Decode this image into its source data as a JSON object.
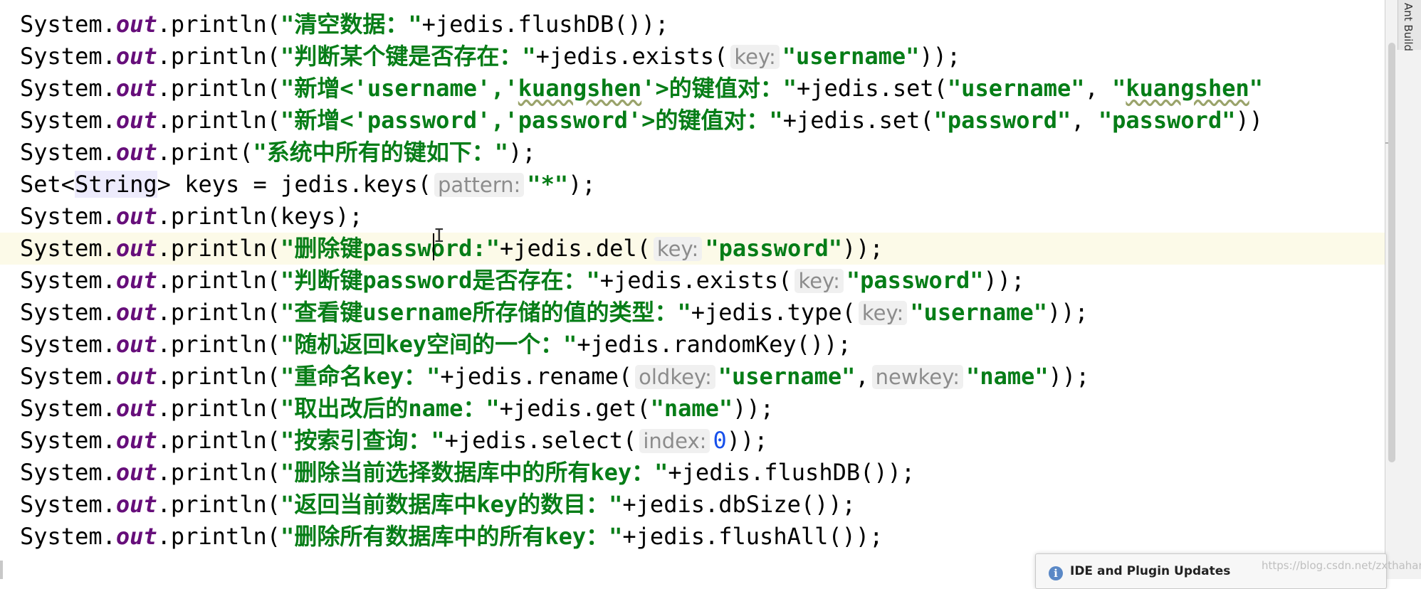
{
  "editor": {
    "current_line_index": 7,
    "lines": [
      [
        {
          "t": "System."
        },
        {
          "t": "out",
          "c": "kw"
        },
        {
          "t": ".println("
        },
        {
          "t": "\"清空数据：\"",
          "c": "str"
        },
        {
          "t": "+jedis.flushDB());"
        }
      ],
      [
        {
          "t": "System."
        },
        {
          "t": "out",
          "c": "kw"
        },
        {
          "t": ".println("
        },
        {
          "t": "\"判断某个键是否存在：\"",
          "c": "str"
        },
        {
          "t": "+jedis.exists("
        },
        {
          "t": "key:",
          "c": "hint"
        },
        {
          "t": "\"username\"",
          "c": "str"
        },
        {
          "t": "));"
        }
      ],
      [
        {
          "t": "System."
        },
        {
          "t": "out",
          "c": "kw"
        },
        {
          "t": ".println("
        },
        {
          "t": "\"新增<'username','",
          "c": "str"
        },
        {
          "t": "kuangshen",
          "c": "str squiggle"
        },
        {
          "t": "'>的键值对：\"",
          "c": "str"
        },
        {
          "t": "+jedis.set("
        },
        {
          "t": "\"username\"",
          "c": "str"
        },
        {
          "t": ", "
        },
        {
          "t": "\"",
          "c": "str"
        },
        {
          "t": "kuangshen",
          "c": "str squiggle"
        },
        {
          "t": "\"",
          "c": "str"
        }
      ],
      [
        {
          "t": "System."
        },
        {
          "t": "out",
          "c": "kw"
        },
        {
          "t": ".println("
        },
        {
          "t": "\"新增<'password','password'>的键值对：\"",
          "c": "str"
        },
        {
          "t": "+jedis.set("
        },
        {
          "t": "\"password\"",
          "c": "str"
        },
        {
          "t": ", "
        },
        {
          "t": "\"password\"",
          "c": "str"
        },
        {
          "t": "))"
        }
      ],
      [
        {
          "t": "System."
        },
        {
          "t": "out",
          "c": "kw"
        },
        {
          "t": ".print("
        },
        {
          "t": "\"系统中所有的键如下：\"",
          "c": "str"
        },
        {
          "t": ");"
        }
      ],
      [
        {
          "t": "Set<"
        },
        {
          "t": "String",
          "c": "typeref"
        },
        {
          "t": "> keys = jedis.keys("
        },
        {
          "t": "pattern:",
          "c": "hint"
        },
        {
          "t": "\"*\"",
          "c": "str"
        },
        {
          "t": ");"
        }
      ],
      [
        {
          "t": "System."
        },
        {
          "t": "out",
          "c": "kw"
        },
        {
          "t": ".println(keys);"
        }
      ],
      [
        {
          "t": "System."
        },
        {
          "t": "out",
          "c": "kw"
        },
        {
          "t": ".println("
        },
        {
          "t": "\"删除键password:\"",
          "c": "str"
        },
        {
          "t": "+jedis.del("
        },
        {
          "t": "key:",
          "c": "hint"
        },
        {
          "t": "\"password\"",
          "c": "str"
        },
        {
          "t": "));"
        }
      ],
      [
        {
          "t": "System."
        },
        {
          "t": "out",
          "c": "kw"
        },
        {
          "t": ".println("
        },
        {
          "t": "\"判断键password是否存在：\"",
          "c": "str"
        },
        {
          "t": "+jedis.exists("
        },
        {
          "t": "key:",
          "c": "hint"
        },
        {
          "t": "\"password\"",
          "c": "str"
        },
        {
          "t": "));"
        }
      ],
      [
        {
          "t": "System."
        },
        {
          "t": "out",
          "c": "kw"
        },
        {
          "t": ".println("
        },
        {
          "t": "\"查看键username所存储的值的类型：\"",
          "c": "str"
        },
        {
          "t": "+jedis.type("
        },
        {
          "t": "key:",
          "c": "hint"
        },
        {
          "t": "\"username\"",
          "c": "str"
        },
        {
          "t": "));"
        }
      ],
      [
        {
          "t": "System."
        },
        {
          "t": "out",
          "c": "kw"
        },
        {
          "t": ".println("
        },
        {
          "t": "\"随机返回key空间的一个：\"",
          "c": "str"
        },
        {
          "t": "+jedis.randomKey());"
        }
      ],
      [
        {
          "t": "System."
        },
        {
          "t": "out",
          "c": "kw"
        },
        {
          "t": ".println("
        },
        {
          "t": "\"重命名key：\"",
          "c": "str"
        },
        {
          "t": "+jedis.rename("
        },
        {
          "t": "oldkey:",
          "c": "hint"
        },
        {
          "t": "\"username\"",
          "c": "str"
        },
        {
          "t": ","
        },
        {
          "t": "newkey:",
          "c": "hint"
        },
        {
          "t": "\"name\"",
          "c": "str"
        },
        {
          "t": "));"
        }
      ],
      [
        {
          "t": "System."
        },
        {
          "t": "out",
          "c": "kw"
        },
        {
          "t": ".println("
        },
        {
          "t": "\"取出改后的name：\"",
          "c": "str"
        },
        {
          "t": "+jedis.get("
        },
        {
          "t": "\"name\"",
          "c": "str"
        },
        {
          "t": "));"
        }
      ],
      [
        {
          "t": "System."
        },
        {
          "t": "out",
          "c": "kw"
        },
        {
          "t": ".println("
        },
        {
          "t": "\"按索引查询：\"",
          "c": "str"
        },
        {
          "t": "+jedis.select("
        },
        {
          "t": "index:",
          "c": "hint"
        },
        {
          "t": "0",
          "c": "num"
        },
        {
          "t": "));"
        }
      ],
      [
        {
          "t": "System."
        },
        {
          "t": "out",
          "c": "kw"
        },
        {
          "t": ".println("
        },
        {
          "t": "\"删除当前选择数据库中的所有key：\"",
          "c": "str"
        },
        {
          "t": "+jedis.flushDB());"
        }
      ],
      [
        {
          "t": "System."
        },
        {
          "t": "out",
          "c": "kw"
        },
        {
          "t": ".println("
        },
        {
          "t": "\"返回当前数据库中key的数目：\"",
          "c": "str"
        },
        {
          "t": "+jedis.dbSize());"
        }
      ],
      [
        {
          "t": "System."
        },
        {
          "t": "out",
          "c": "kw"
        },
        {
          "t": ".println("
        },
        {
          "t": "\"删除所有数据库中的所有key：\"",
          "c": "str"
        },
        {
          "t": "+jedis.flushAll());"
        }
      ]
    ]
  },
  "side_panel": {
    "label": "Ant Build"
  },
  "notification": {
    "title": "IDE and Plugin Updates"
  },
  "watermark": "https://blog.csdn.net/zxthahang",
  "colors": {
    "keyword": "#660e7a",
    "string": "#067d17",
    "number": "#1750eb",
    "inlay_hint": "#8c8c8c",
    "current_line": "#fcfae8"
  }
}
